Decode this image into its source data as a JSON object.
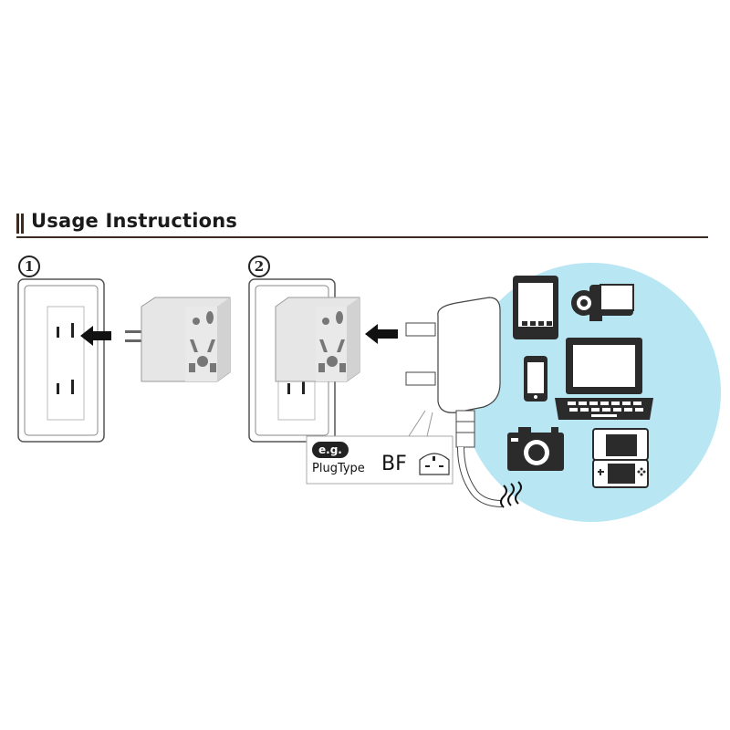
{
  "header": {
    "title": "Usage Instructions"
  },
  "steps": [
    {
      "number": "1"
    },
    {
      "number": "2"
    }
  ],
  "plug_example": {
    "badge": "e.g.",
    "label": "PlugType",
    "type": "BF"
  },
  "colors": {
    "accent_circle": "#b8e6f2",
    "header_rule": "#3a2a1f",
    "device_fill": "#2b2b2b",
    "adapter_fill": "#e6e6e6"
  },
  "icons": [
    "tablet-icon",
    "camcorder-icon",
    "smartphone-icon",
    "laptop-icon",
    "camera-icon",
    "handheld-console-icon"
  ]
}
